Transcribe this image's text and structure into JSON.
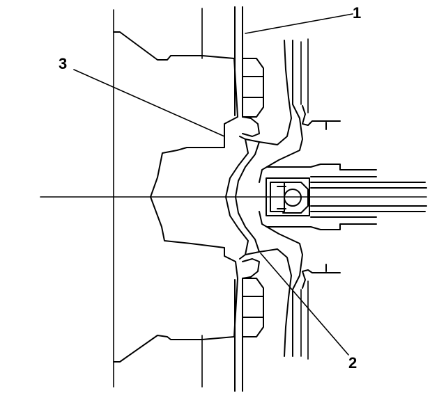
{
  "callouts": {
    "one": "1",
    "two": "2",
    "three": "3"
  },
  "colors": {
    "ink": "#000000",
    "background": "#ffffff"
  }
}
